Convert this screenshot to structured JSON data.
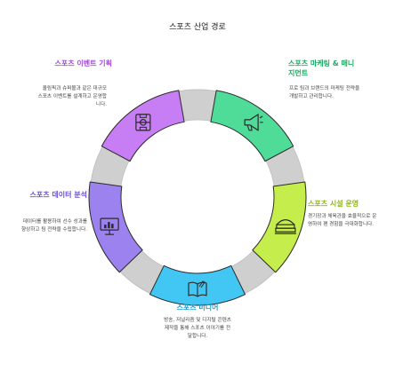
{
  "title": "스포츠 산업 경로",
  "colors": {
    "ring": "#cfcfcf",
    "ring_stroke": "#bdbdbd",
    "segment_stroke": "#2a2a2a",
    "icon": "#2a2a2a"
  },
  "stages": [
    {
      "id": "events",
      "title": "스포츠 이벤트 기획",
      "description": "올림픽과 슈퍼볼과 같은 대규모 스포츠 이벤트를 설계하고 운영합니다.",
      "color": "#c77df4",
      "title_color": "#a34bd8",
      "icon": "stadium-icon"
    },
    {
      "id": "marketing",
      "title": "스포츠 마케팅 & 매니지먼트",
      "description": "프로 팀과 브랜드의 마케팅 전략을 개발하고 관리합니다.",
      "color": "#4fdc98",
      "title_color": "#1faa63",
      "icon": "megaphone-icon"
    },
    {
      "id": "facilities",
      "title": "스포츠 시설 운영",
      "description": "경기장과 체육관을 효율적으로 운영하여 팬 경험을 극대화합니다.",
      "color": "#c5ee4d",
      "title_color": "#8fb51a",
      "icon": "arena-icon"
    },
    {
      "id": "media",
      "title": "스포츠 미디어",
      "description": "방송, 저널리즘 및 디지털 콘텐츠 제작을 통해 스포츠 이야기를 전달합니다.",
      "color": "#42c6f4",
      "title_color": "#1e9dd3",
      "icon": "book-icon"
    },
    {
      "id": "analytics",
      "title": "스포츠 데이터 분석",
      "description": "데이터를 활용하여 선수 성과를 향상하고 팀 전략을 수립합니다.",
      "color": "#9b82ee",
      "title_color": "#6b4fd0",
      "icon": "presentation-chart-icon"
    }
  ]
}
